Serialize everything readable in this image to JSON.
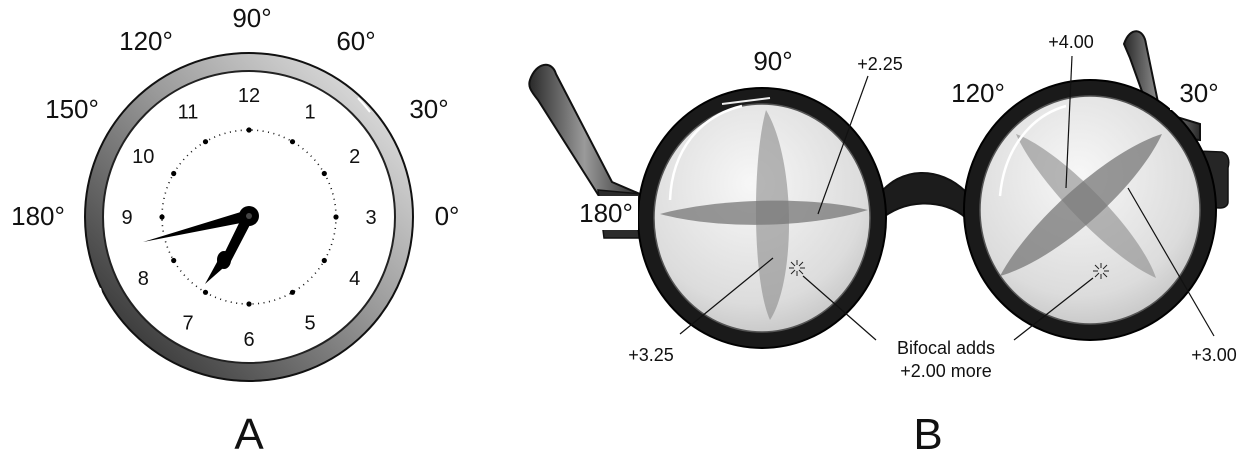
{
  "panel_a": {
    "label": "A",
    "degree_labels": {
      "d90": "90°",
      "d120": "120°",
      "d60": "60°",
      "d150": "150°",
      "d30": "30°",
      "d180": "180°",
      "d0": "0°"
    },
    "clock_numbers": [
      "12",
      "1",
      "2",
      "3",
      "4",
      "5",
      "6",
      "7",
      "8",
      "9",
      "10",
      "11"
    ],
    "hands_time": {
      "hour": 7,
      "minute": 42
    }
  },
  "panel_b": {
    "label": "B",
    "degree_labels": {
      "left_90": "90°",
      "left_180": "180°",
      "right_120": "120°",
      "right_30": "30°"
    },
    "annotations": {
      "top_left": "+2.25",
      "bottom_left": "+3.25",
      "top_right": "+4.00",
      "bottom_right": "+3.00",
      "bifocal_line1": "Bifocal adds",
      "bifocal_line2": "+2.00 more"
    }
  },
  "colors": {
    "frame": "#1a1a1a",
    "lens": "#e4e4e4",
    "cylinder": "#8a8a8a",
    "ink": "#111111"
  }
}
